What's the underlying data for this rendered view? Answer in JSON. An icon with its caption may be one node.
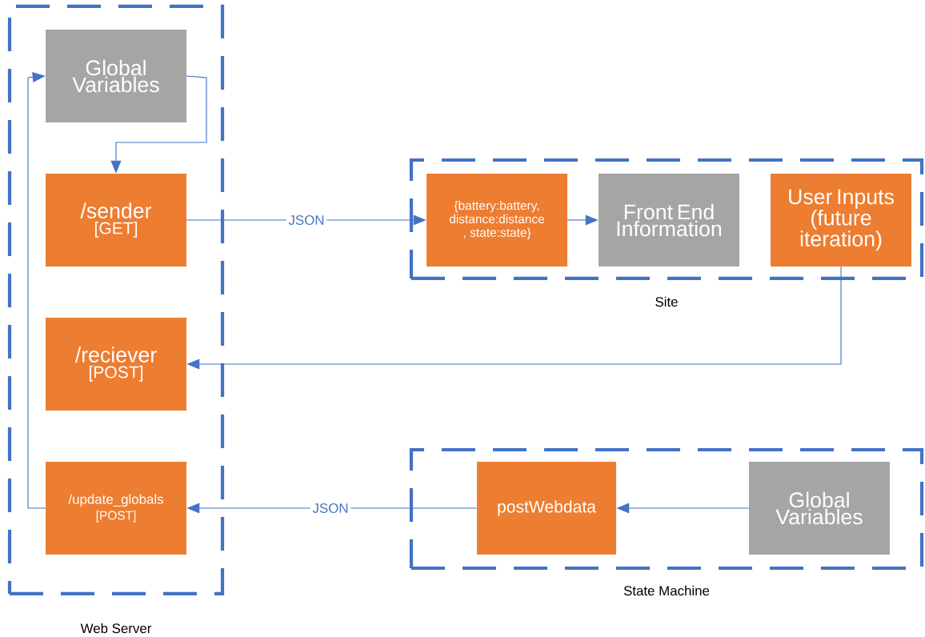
{
  "diagram": {
    "nodes": [
      {
        "text": [
          "Web Server"
        ]
      },
      {
        "text": [
          "Global Variables"
        ],
        "in": 0
      },
      {
        "text": [
          "/sender",
          "[GET]"
        ],
        "in": 0
      },
      {
        "text": [
          "/reciever",
          "[POST]"
        ],
        "in": 0
      },
      {
        "text": [
          "/update_globals",
          "[POST]"
        ],
        "in": 0
      },
      {
        "text": [
          "Site"
        ]
      },
      {
        "text": [
          "{battery:battery, distance:distance , state:state}"
        ],
        "in": 5
      },
      {
        "text": [
          "Front End Information"
        ],
        "in": 5
      },
      {
        "text": [
          "User Inputs (future iteration)"
        ],
        "in": 5
      },
      {
        "text": [
          "State Machine"
        ]
      },
      {
        "text": [
          "postWebdata"
        ],
        "in": 9
      },
      {
        "text": [
          "Global Variables"
        ],
        "in": 9
      }
    ],
    "edges": [
      {
        "from": 1,
        "to": 2,
        "arrow": "to"
      },
      {
        "from": 2,
        "to": 6,
        "arrow": "to",
        "label": "JSON"
      },
      {
        "from": 6,
        "to": 7,
        "arrow": "to"
      },
      {
        "from": 8,
        "to": 3,
        "arrow": "to"
      },
      {
        "from": 11,
        "to": 10,
        "arrow": "to"
      },
      {
        "from": 10,
        "to": 4,
        "arrow": "to",
        "label": "JSON"
      },
      {
        "from": 4,
        "to": 1,
        "arrow": "to"
      }
    ]
  }
}
